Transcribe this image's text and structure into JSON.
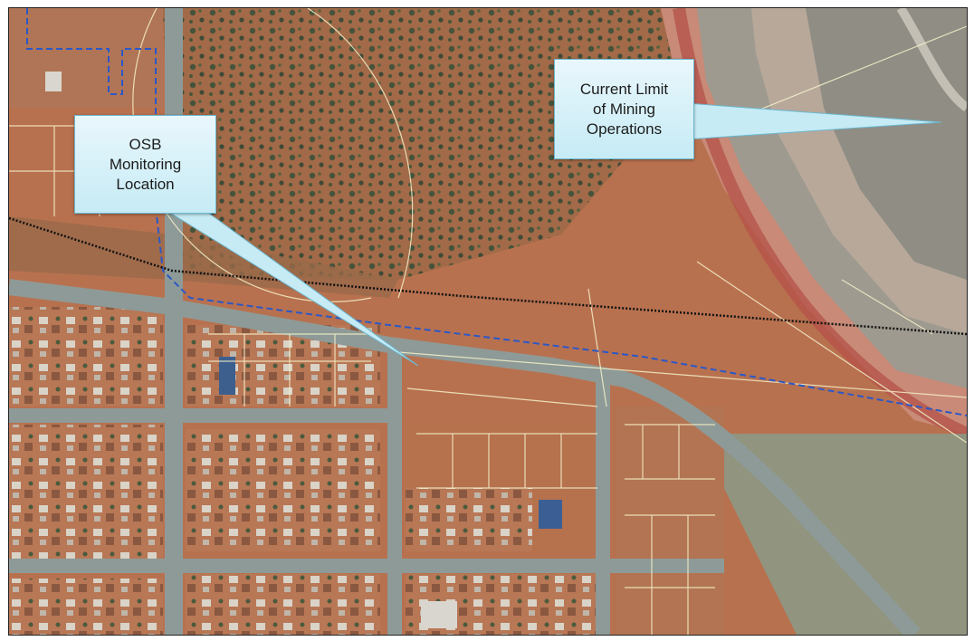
{
  "map": {
    "callouts": {
      "osb": {
        "lines": [
          "OSB",
          "Monitoring",
          "Location"
        ]
      },
      "mining": {
        "lines": [
          "Current Limit",
          "of Mining",
          "Operations"
        ]
      }
    },
    "colors": {
      "ground": "#b8714f",
      "road": "#8e9a97",
      "mine_pit": "#c98a78",
      "boundary": "#2b58c8",
      "rail": "#111111",
      "parcel": "#f4f0c8",
      "callout_fill": "#c6ebf5",
      "vegetation": "#46533b"
    }
  }
}
